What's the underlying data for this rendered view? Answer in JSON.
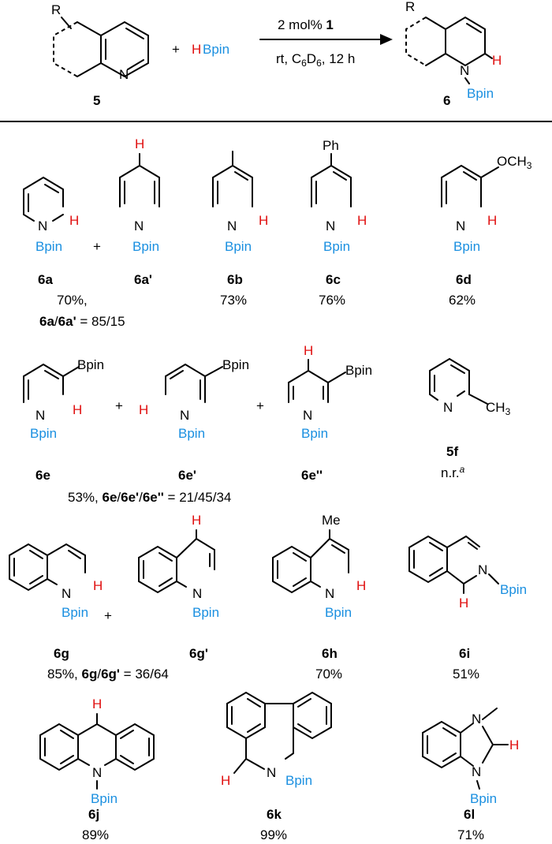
{
  "scheme": {
    "reactant_label": "5",
    "product_label": "6",
    "reagent_h": "H",
    "reagent_bpin": "Bpin",
    "catalyst_text": "2 mol% ",
    "catalyst_number": "1",
    "conditions_pre": "rt, C",
    "conditions_sub1": "6",
    "conditions_mid": "D",
    "conditions_sub2": "6",
    "conditions_post": ", 12 h",
    "plus": "+",
    "substituent_r": "R",
    "atom_n": "N",
    "atom_h": "H",
    "bpin": "Bpin"
  },
  "compounds": {
    "c6a": {
      "label": "6a"
    },
    "c6a_prime": {
      "label": "6a'"
    },
    "row1_yield_pre": "70%,",
    "row1_ratio_lbl1": "6a",
    "row1_ratio_sep": "/",
    "row1_ratio_lbl2": "6a'",
    "row1_ratio_val": " = 85/15",
    "c6b": {
      "label": "6b",
      "yield": "73%"
    },
    "c6c": {
      "label": "6c",
      "yield": "76%",
      "substituent": "Ph"
    },
    "c6d": {
      "label": "6d",
      "yield": "62%",
      "substituent": "OCH",
      "sub_index": "3"
    },
    "c6e": {
      "label": "6e"
    },
    "c6e_prime": {
      "label": "6e'"
    },
    "c6e_dprime": {
      "label": "6e''"
    },
    "row2_yield_pre": "53%, ",
    "row2_l1": "6e",
    "row2_l2": "6e'",
    "row2_l3": "6e''",
    "row2_sep": "/",
    "row2_val": " = 21/45/34",
    "c5f": {
      "label": "5f",
      "result": "n.r.",
      "footnote": "a",
      "substituent": "CH",
      "sub_index": "3"
    },
    "c6g": {
      "label": "6g"
    },
    "c6g_prime": {
      "label": "6g'"
    },
    "row3_yield_pre": "85%, ",
    "row3_l1": "6g",
    "row3_l2": "6g'",
    "row3_sep": "/",
    "row3_val": " = 36/64",
    "c6h": {
      "label": "6h",
      "yield": "70%",
      "substituent": "Me"
    },
    "c6i": {
      "label": "6i",
      "yield": "51%"
    },
    "c6j": {
      "label": "6j",
      "yield": "89%"
    },
    "c6k": {
      "label": "6k",
      "yield": "99%"
    },
    "c6l": {
      "label": "6l",
      "yield": "71%"
    }
  },
  "colors": {
    "bpin": "#1a8fe0",
    "hydride": "#e01010",
    "bond": "#000000"
  }
}
